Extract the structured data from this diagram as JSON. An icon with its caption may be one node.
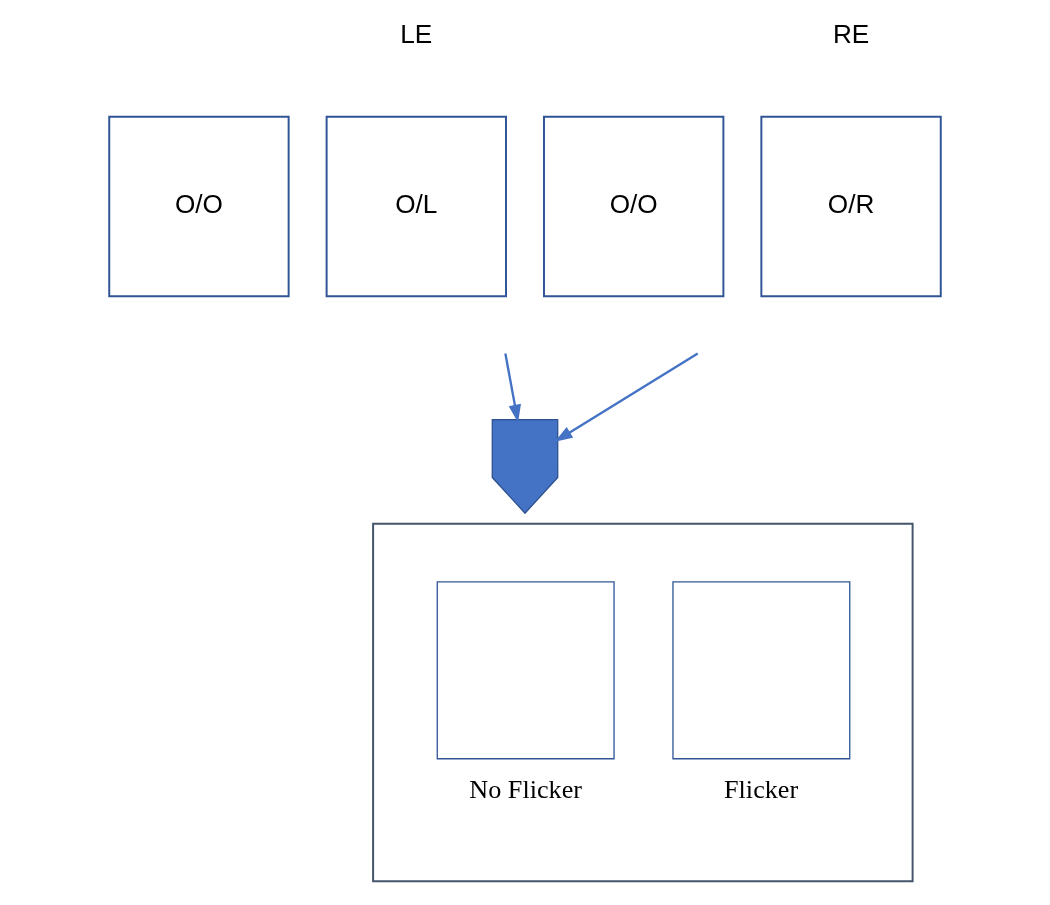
{
  "diagram": {
    "nodes": [
      {
        "text": [
          "O/O"
        ]
      },
      {
        "text": [
          "O/L"
        ]
      },
      {
        "text": [
          "O/O"
        ]
      },
      {
        "text": [
          "O/R"
        ]
      },
      {
        "text": [],
        "shape": "arrow"
      },
      {
        "text": [],
        "shape": "box"
      },
      {
        "text": [],
        "shape": "box",
        "in": 5,
        "beside": [
          "No Flicker"
        ]
      },
      {
        "text": [],
        "shape": "box",
        "in": 5,
        "beside": [
          "Flicker"
        ]
      }
    ],
    "edges": [
      {
        "from": null,
        "to": 4,
        "arrow": "to"
      },
      {
        "from": null,
        "to": 4,
        "arrow": "to"
      }
    ],
    "labels": [
      "LE",
      "RE"
    ]
  }
}
